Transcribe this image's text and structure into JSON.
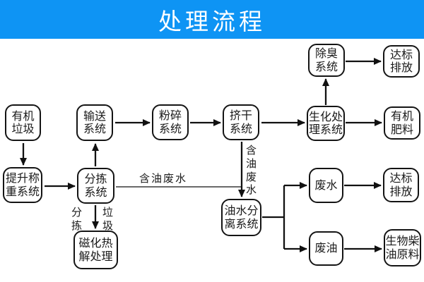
{
  "header": {
    "title": "处理流程"
  },
  "colors": {
    "header_bg": "#0e94f4",
    "header_text": "#ffffff",
    "node_border": "#141414",
    "node_bg": "#ffffff",
    "edge": "#111111"
  },
  "diagram": {
    "nodes": [
      {
        "id": "organic-waste",
        "label": "有机垃圾",
        "line1": "有机",
        "line2": "垃圾"
      },
      {
        "id": "lifting-weighing",
        "label": "提升称重系统",
        "line1": "提升称",
        "line2": "重系统"
      },
      {
        "id": "conveying",
        "label": "输送系统",
        "line1": "输送",
        "line2": "系统"
      },
      {
        "id": "sorting",
        "label": "分拣系统",
        "line1": "分拣",
        "line2": "系统"
      },
      {
        "id": "magnetization-pyrolysis",
        "label": "磁化热解处理",
        "line1": "磁化热",
        "line2": "解处理"
      },
      {
        "id": "crushing",
        "label": "粉碎系统",
        "line1": "粉碎",
        "line2": "系统"
      },
      {
        "id": "squeezing",
        "label": "挤干系统",
        "line1": "挤干",
        "line2": "系统"
      },
      {
        "id": "oil-water-separation",
        "label": "油水分离系统",
        "line1": "油水分",
        "line2": "离系统"
      },
      {
        "id": "biochemical-treatment",
        "label": "生化处理系统",
        "line1": "生化处",
        "line2": "理系统"
      },
      {
        "id": "deodorization",
        "label": "除臭系统",
        "line1": "除臭",
        "line2": "系统"
      },
      {
        "id": "discharge-top",
        "label": "达标排放",
        "line1": "达标",
        "line2": "排放"
      },
      {
        "id": "organic-fertilizer",
        "label": "有机肥料",
        "line1": "有机",
        "line2": "肥料"
      },
      {
        "id": "wastewater",
        "label": "废水",
        "line1": "废水",
        "line2": ""
      },
      {
        "id": "discharge-mid",
        "label": "达标排放",
        "line1": "达标",
        "line2": "排放"
      },
      {
        "id": "waste-oil",
        "label": "废油",
        "line1": "废油",
        "line2": ""
      },
      {
        "id": "biodiesel-material",
        "label": "生物柴油原料",
        "line1": "生物柴",
        "line2": "油原料"
      }
    ],
    "edge_labels": {
      "oily_wastewater_horizontal": "含油废水",
      "oily_wastewater_vertical": "含油废水",
      "sorted_label": "分拣",
      "waste_label": "垃圾"
    }
  }
}
